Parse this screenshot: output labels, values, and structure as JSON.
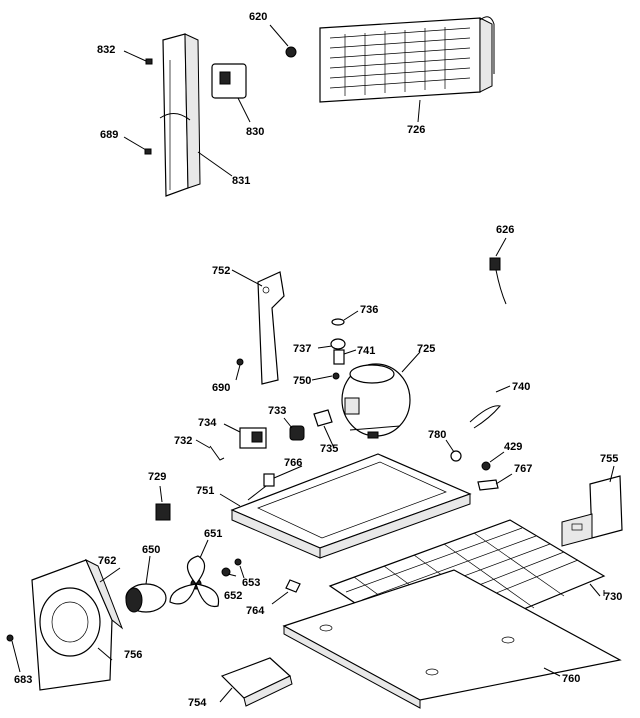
{
  "labels": {
    "p620": "620",
    "p832": "832",
    "p830": "830",
    "p726": "726",
    "p689": "689",
    "p831": "831",
    "p626": "626",
    "p752": "752",
    "p736": "736",
    "p737": "737",
    "p741": "741",
    "p725": "725",
    "p690": "690",
    "p750": "750",
    "p740": "740",
    "p734": "734",
    "p733": "733",
    "p732": "732",
    "p735": "735",
    "p780": "780",
    "p429": "429",
    "p766": "766",
    "p767": "767",
    "p755": "755",
    "p729": "729",
    "p751": "751",
    "p651": "651",
    "p762": "762",
    "p650": "650",
    "p653": "653",
    "p652": "652",
    "p764": "764",
    "p730": "730",
    "p756": "756",
    "p683": "683",
    "p760": "760",
    "p754": "754"
  }
}
